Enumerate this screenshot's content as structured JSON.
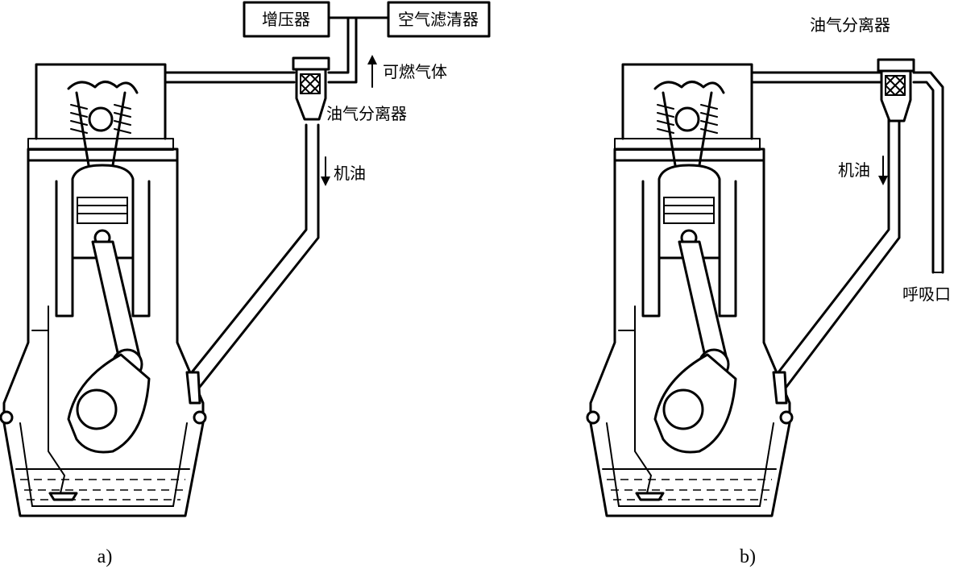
{
  "diagram_a": {
    "turbocharger": "增压器",
    "air_filter": "空气滤清器",
    "combustible_gas": "可燃气体",
    "oil_separator": "油气分离器",
    "oil": "机油",
    "caption": "a)"
  },
  "diagram_b": {
    "oil_separator": "油气分离器",
    "oil": "机油",
    "breather_port": "呼吸口",
    "caption": "b)"
  }
}
